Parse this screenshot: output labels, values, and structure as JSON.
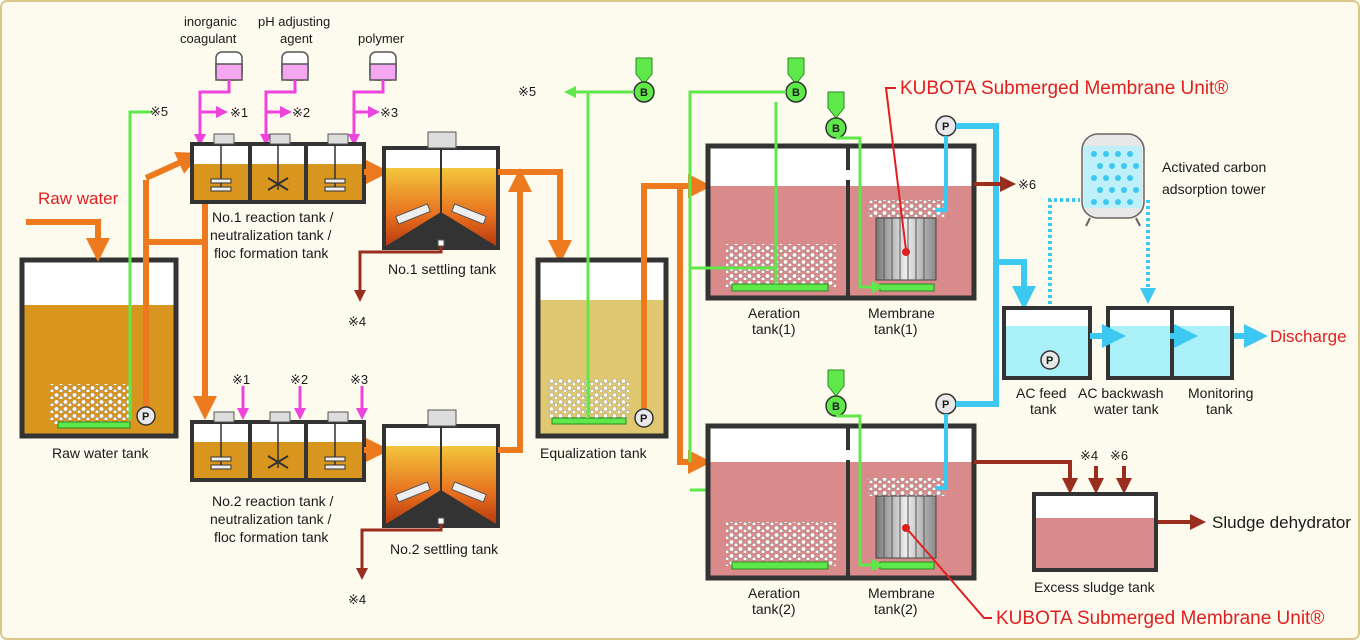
{
  "colors": {
    "background": "#fdfaee",
    "frame": "#d9c98a",
    "orange_flow": "#ee7a20",
    "magenta_chem": "#ee44dd",
    "green_air": "#5ee84a",
    "blue_permeate": "#3cc8f0",
    "brown_sludge": "#9a2e1e",
    "raw_water_fill": "#d9961e",
    "mixed_liquor_fill": "#d98a8a",
    "equalization_fill": "#e0c870",
    "clean_water_fill": "#aaf0f8",
    "red_label": "#e02020"
  },
  "labels": {
    "raw_water": "Raw water",
    "raw_water_tank": "Raw water tank",
    "inorganic_coagulant_1": "inorganic",
    "inorganic_coagulant_2": "coagulant",
    "ph_adjusting_1": "pH adjusting",
    "ph_adjusting_2": "agent",
    "polymer": "polymer",
    "no1_reaction_1": "No.1 reaction tank /",
    "no1_reaction_2": "neutralization tank /",
    "no1_reaction_3": "floc formation tank",
    "no2_reaction_1": "No.2 reaction tank /",
    "no2_reaction_2": "neutralization tank /",
    "no2_reaction_3": "floc formation tank",
    "no1_settling": "No.1 settling tank",
    "no2_settling": "No.2 settling tank",
    "equalization_tank": "Equalization tank",
    "aeration1_1": "Aeration",
    "aeration1_2": "tank(1)",
    "membrane1_1": "Membrane",
    "membrane1_2": "tank(1)",
    "aeration2_1": "Aeration",
    "aeration2_2": "tank(2)",
    "membrane2_1": "Membrane",
    "membrane2_2": "tank(2)",
    "kubota_unit_top": "KUBOTA Submerged Membrane Unit®",
    "kubota_unit_bottom": "KUBOTA Submerged Membrane Unit®",
    "activated_carbon_1": "Activated carbon",
    "activated_carbon_2": "adsorption tower",
    "ac_feed_1": "AC feed",
    "ac_feed_2": "tank",
    "ac_backwash_1": "AC backwash",
    "ac_backwash_2": "water tank",
    "monitoring_1": "Monitoring",
    "monitoring_2": "tank",
    "discharge": "Discharge",
    "excess_sludge_tank": "Excess sludge tank",
    "sludge_dehydrator": "Sludge dehydrator"
  },
  "marks": {
    "m1": "※1",
    "m2": "※2",
    "m3": "※3",
    "m4": "※4",
    "m5": "※5",
    "m6": "※6"
  },
  "symbols": {
    "pump": "P",
    "blower": "B"
  }
}
